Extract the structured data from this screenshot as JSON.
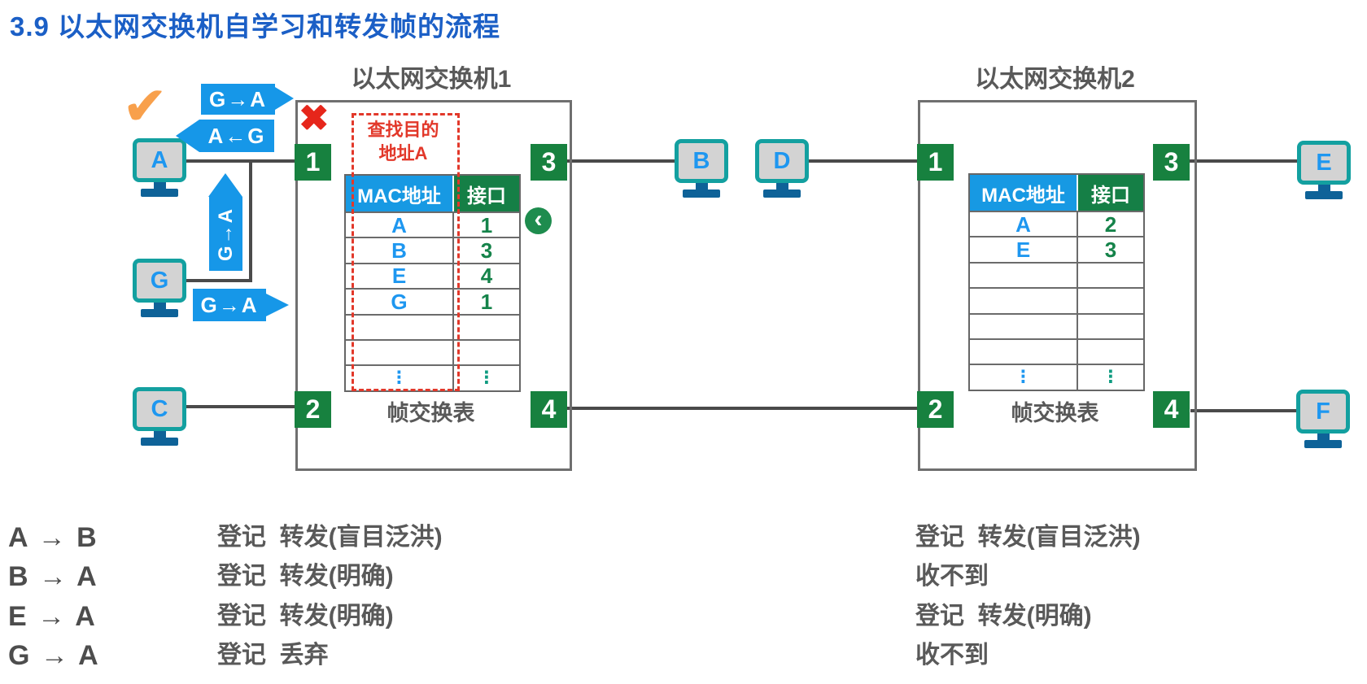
{
  "page": {
    "title": "3.9 以太网交换机自学习和转发帧的流程"
  },
  "colors": {
    "title_blue": "#1B5FC6",
    "frame_blue": "#1697E8",
    "table_header_blue": "#1799E3",
    "green": "#157F46",
    "monitor_teal": "#13A0A0",
    "red": "#E6261B",
    "orange_check": "#F8A04C",
    "text_gray": "#595959"
  },
  "switch1": {
    "title": "以太网交换机1",
    "ports": {
      "p1": "1",
      "p2": "2",
      "p3": "3",
      "p4": "4"
    },
    "lookup": {
      "line1": "查找目的",
      "line2": "地址A"
    },
    "table": {
      "headers": [
        "MAC地址",
        "接口"
      ],
      "rows": [
        [
          "A",
          "1"
        ],
        [
          "B",
          "3"
        ],
        [
          "E",
          "4"
        ],
        [
          "G",
          "1"
        ],
        [
          "",
          ""
        ],
        [
          "",
          ""
        ],
        [
          "⋮",
          "⋮"
        ]
      ]
    },
    "caption": "帧交换表"
  },
  "switch2": {
    "title": "以太网交换机2",
    "ports": {
      "p1": "1",
      "p2": "2",
      "p3": "3",
      "p4": "4"
    },
    "table": {
      "headers": [
        "MAC地址",
        "接口"
      ],
      "rows": [
        [
          "A",
          "2"
        ],
        [
          "E",
          "3"
        ],
        [
          "",
          ""
        ],
        [
          "",
          ""
        ],
        [
          "",
          ""
        ],
        [
          "",
          ""
        ],
        [
          "⋮",
          "⋮"
        ]
      ]
    },
    "caption": "帧交换表"
  },
  "hosts": {
    "a": "A",
    "b": "B",
    "c": "C",
    "d": "D",
    "e": "E",
    "f": "F",
    "g": "G"
  },
  "frames": {
    "top": "G→A",
    "reply": "A←G",
    "vertical": "G→A",
    "bottom": "G→A"
  },
  "icons": {
    "check": "✔",
    "cross": "✖",
    "previous": "‹"
  },
  "actions": {
    "rows": [
      {
        "frame": "A → B",
        "sw1": "登记  转发(盲目泛洪)",
        "sw2": "登记  转发(盲目泛洪)"
      },
      {
        "frame": "B → A",
        "sw1": "登记  转发(明确)",
        "sw2": "收不到"
      },
      {
        "frame": "E → A",
        "sw1": "登记  转发(明确)",
        "sw2": "登记  转发(明确)"
      },
      {
        "frame": "G → A",
        "sw1": "登记  丢弃",
        "sw2": "收不到"
      }
    ]
  }
}
